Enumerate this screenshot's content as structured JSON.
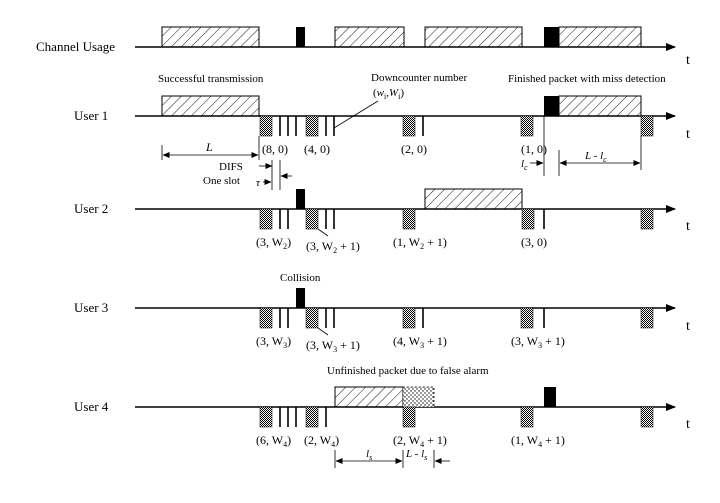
{
  "rows": [
    {
      "id": "channel",
      "label": "Channel Usage"
    },
    {
      "id": "user1",
      "label": "User 1"
    },
    {
      "id": "user2",
      "label": "User 2"
    },
    {
      "id": "user3",
      "label": "User 3"
    },
    {
      "id": "user4",
      "label": "User 4"
    }
  ],
  "axis_label": "t",
  "annotations": {
    "successful_transmission": "Successful transmission",
    "downcounter": "Downcounter number",
    "finished_miss": "Finished packet with miss detection",
    "L": "L",
    "difs": "DIFS",
    "one_slot": "One slot",
    "tau": "τ",
    "l_c": "l",
    "l_c_sub": "c",
    "L_minus_lc": "L - l",
    "L_minus_lc_sub": "c",
    "collision": "Collision",
    "unfinished_false_alarm": "Unfinished packet due to false alarm",
    "l_s": "l",
    "l_s_sub": "s",
    "L_minus_ls": "L - l",
    "L_minus_ls_sub": "s"
  },
  "counter_labels": {
    "downcounter_pair": {
      "open": "(",
      "a": "w",
      "a_sub": "i",
      "sep": ",",
      "b": "W",
      "b_sub": "i",
      "close": ")"
    },
    "user1": [
      "(8, 0)",
      "(4, 0)",
      "(2, 0)",
      "(1, 0)"
    ],
    "user2": [
      {
        "pre": "(3, W",
        "sub": "2",
        "post": ")"
      },
      {
        "pre": "(3, W",
        "sub": "2",
        "post": " + 1)"
      },
      {
        "pre": "(1, W",
        "sub": "2",
        "post": " + 1)"
      },
      {
        "pre": "(3, 0)",
        "sub": "",
        "post": ""
      }
    ],
    "user3": [
      {
        "pre": "(3, W",
        "sub": "3",
        "post": ")"
      },
      {
        "pre": "(3, W",
        "sub": "3",
        "post": " + 1)"
      },
      {
        "pre": "(4, W",
        "sub": "3",
        "post": " + 1)"
      },
      {
        "pre": "(3, W",
        "sub": "3",
        "post": " + 1)"
      }
    ],
    "user4": [
      {
        "pre": "(6, W",
        "sub": "4",
        "post": ")"
      },
      {
        "pre": "(2, W",
        "sub": "4",
        "post": ")"
      },
      {
        "pre": "(2, W",
        "sub": "4",
        "post": " + 1)"
      },
      {
        "pre": "(1, W",
        "sub": "4",
        "post": " + 1)"
      }
    ]
  }
}
